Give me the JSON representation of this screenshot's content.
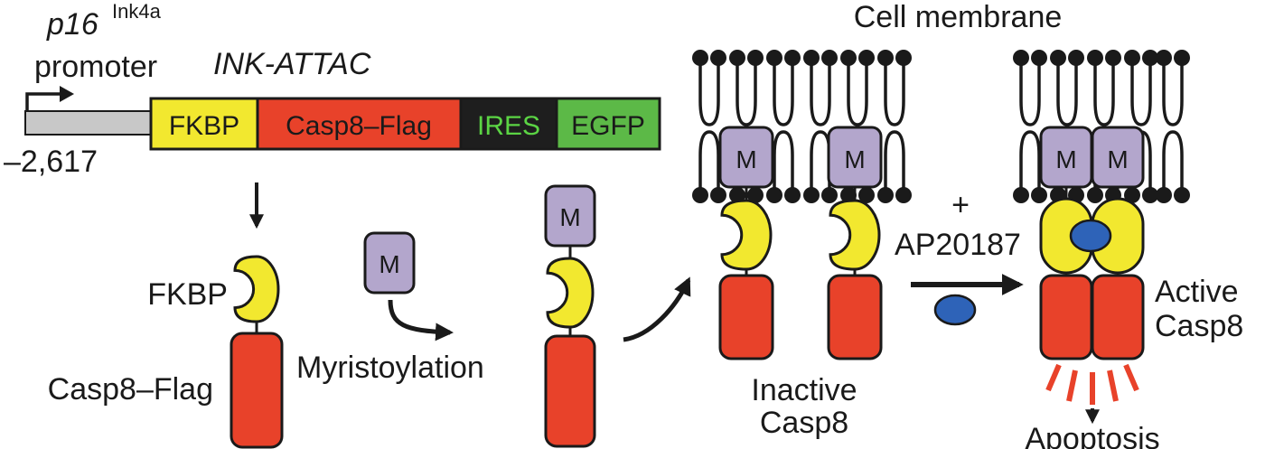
{
  "construct": {
    "gene_name": "p16",
    "gene_superscript": "Ink4a",
    "promoter_label": "promoter",
    "construct_name": "INK-ATTAC",
    "position_label": "–2,617",
    "segments": [
      {
        "label": "FKBP",
        "fill": "#f2e82f",
        "text_color": "#1a1a1a"
      },
      {
        "label": "Casp8–Flag",
        "fill": "#e8422a",
        "text_color": "#1a1a1a"
      },
      {
        "label": "IRES",
        "fill": "#1e1e1e",
        "text_color": "#5bd444"
      },
      {
        "label": "EGFP",
        "fill": "#5cb947",
        "text_color": "#1a1a1a"
      }
    ]
  },
  "labels": {
    "fkbp": "FKBP",
    "casp8_flag": "Casp8–Flag",
    "myristoylation": "Myristoylation",
    "myristoyl_group": "M",
    "cell_membrane": "Cell membrane",
    "inactive_line1": "Inactive",
    "inactive_line2": "Casp8",
    "plus": "+",
    "dimerizer": "AP20187",
    "active_line1": "Active",
    "active_line2": "Casp8",
    "apoptosis": "Apoptosis"
  },
  "colors": {
    "fkbp": "#f2e82f",
    "casp8": "#e8422a",
    "myristoyl": "#b3a6cc",
    "dimerizer": "#2e63b8",
    "promoter": "#c8c8c8",
    "outline": "#1a1a1a",
    "apoptosis_rays": "#e8422a"
  }
}
